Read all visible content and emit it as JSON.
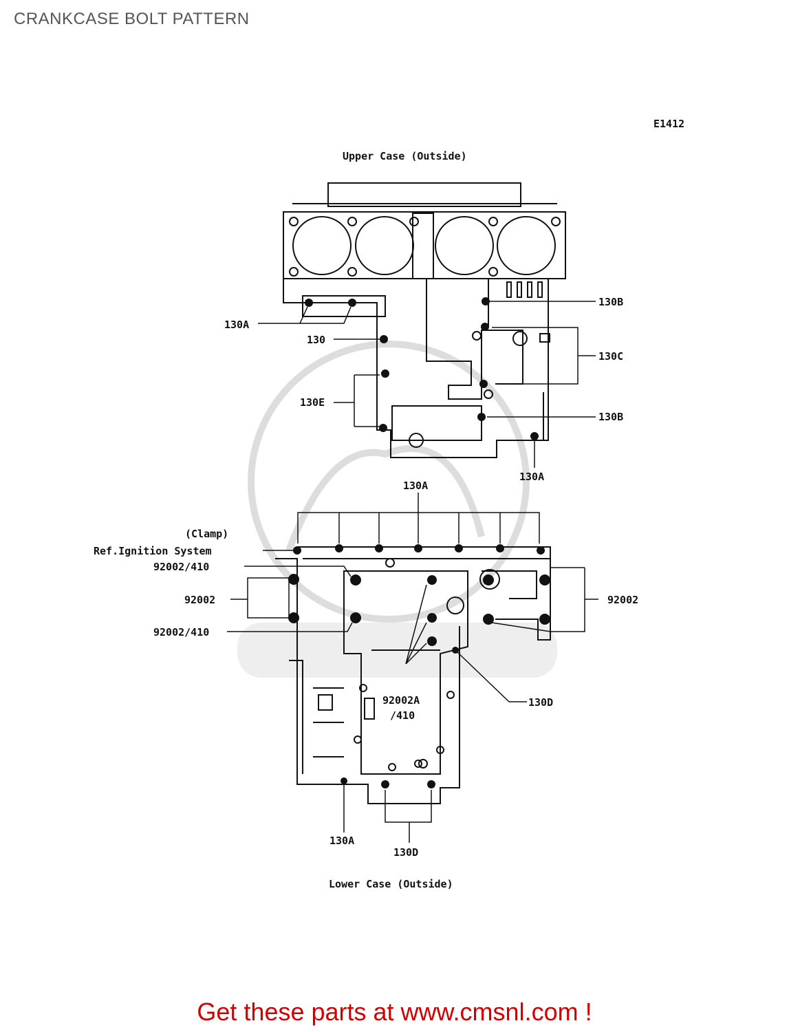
{
  "header": {
    "title": "CRANKCASE BOLT PATTERN"
  },
  "diagram": {
    "code": "E1412",
    "upper_case_label": "Upper Case (Outside)",
    "lower_case_label": "Lower Case (Outside)",
    "upper_callouts": {
      "c130A_left": "130A",
      "c130": "130",
      "c130E": "130E",
      "c130B_top": "130B",
      "c130C": "130C",
      "c130B_bottom": "130B",
      "c130A_bottom": "130A"
    },
    "lower_callouts": {
      "c130A_top": "130A",
      "clamp": "(Clamp)",
      "ref_ignition": "Ref.Ignition System",
      "c92002_410_top": "92002/410",
      "c92002_left": "92002",
      "c92002_410_bottom": "92002/410",
      "c92002_right": "92002",
      "c92002A": "92002A",
      "c410": "/410",
      "c130D_right": "130D",
      "c130A_bottom": "130A",
      "c130D_bottom": "130D"
    },
    "colors": {
      "line": "#111111",
      "watermark": "#dddddd"
    }
  },
  "footer": {
    "text": "Get these parts at www.cmsnl.com !",
    "color": "#d40000"
  }
}
